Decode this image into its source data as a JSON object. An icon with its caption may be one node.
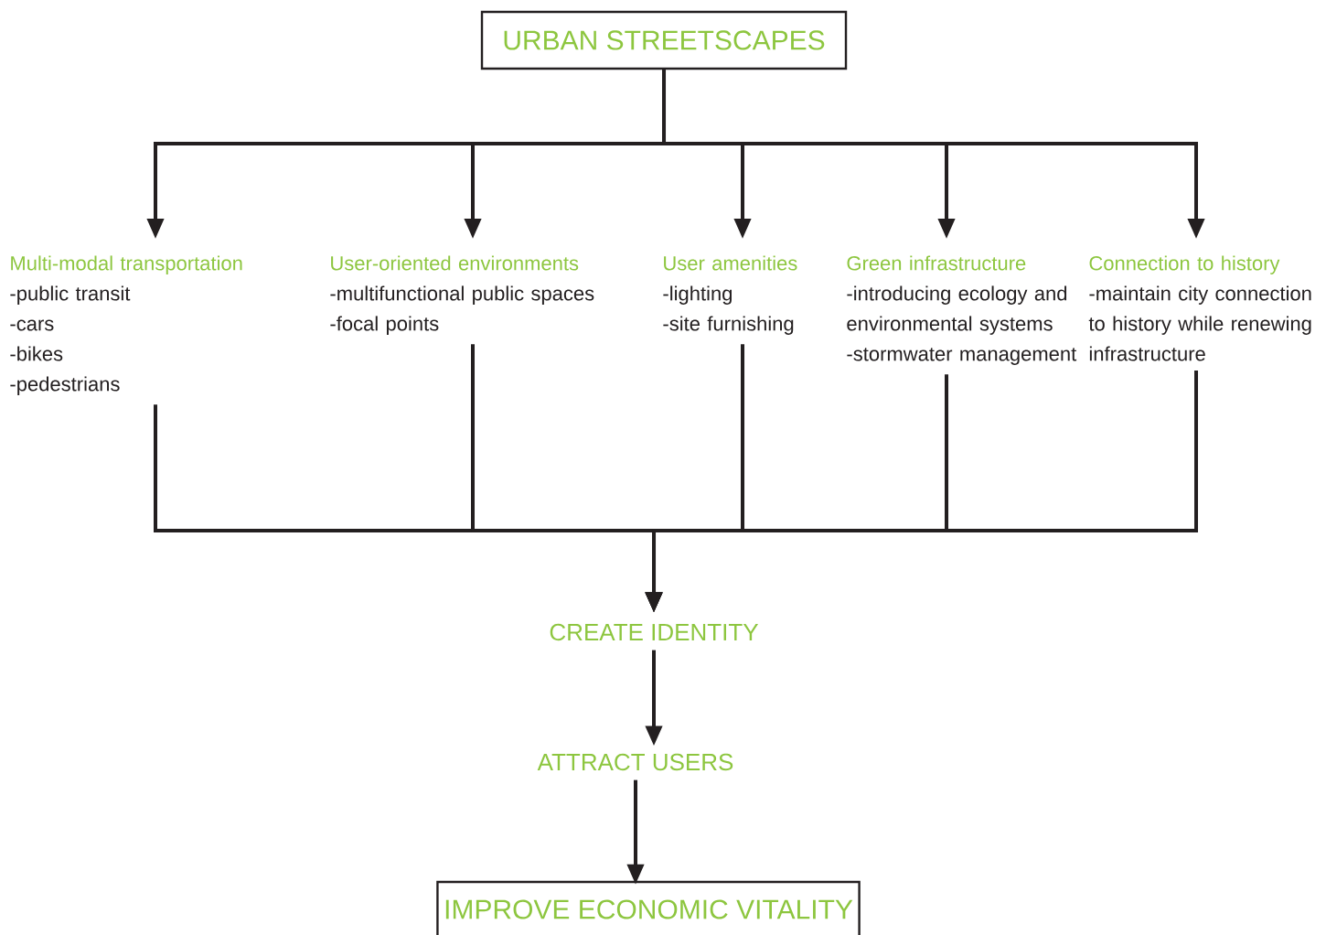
{
  "diagram": {
    "nodes": [
      {
        "text": [
          "URBAN STREETSCAPES"
        ]
      },
      {
        "text": [
          "Multi-modal transportation",
          "-public transit",
          "-cars",
          "-bikes",
          "-pedestrians"
        ]
      },
      {
        "text": [
          "User-oriented environments",
          "-multifunctional public spaces",
          "-focal points"
        ]
      },
      {
        "text": [
          "User amenities",
          "-lighting",
          "-site furnishing"
        ]
      },
      {
        "text": [
          "Green infrastructure",
          "-introducing ecology and environmental systems",
          "-stormwater management"
        ]
      },
      {
        "text": [
          "Connection to history",
          "-maintain city connection to history while renewing infrastructure"
        ]
      },
      {
        "text": [
          "CREATE IDENTITY"
        ]
      },
      {
        "text": [
          "ATTRACT USERS"
        ]
      },
      {
        "text": [
          "IMPROVE ECONOMIC VITALITY"
        ]
      }
    ],
    "edges": [
      {
        "from": 0,
        "to": 1,
        "arrow": "to"
      },
      {
        "from": 0,
        "to": 2,
        "arrow": "to"
      },
      {
        "from": 0,
        "to": 3,
        "arrow": "to"
      },
      {
        "from": 0,
        "to": 4,
        "arrow": "to"
      },
      {
        "from": 0,
        "to": 5,
        "arrow": "to"
      },
      {
        "from": 1,
        "to": 6,
        "arrow": "to"
      },
      {
        "from": 2,
        "to": 6,
        "arrow": "to"
      },
      {
        "from": 3,
        "to": 6,
        "arrow": "to"
      },
      {
        "from": 4,
        "to": 6,
        "arrow": "to"
      },
      {
        "from": 5,
        "to": 6,
        "arrow": "to"
      },
      {
        "from": 6,
        "to": 7,
        "arrow": "to"
      },
      {
        "from": 7,
        "to": 8,
        "arrow": "to"
      }
    ]
  }
}
